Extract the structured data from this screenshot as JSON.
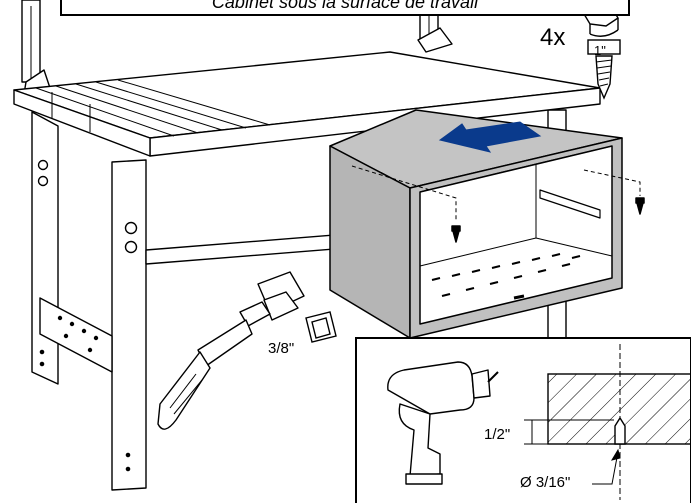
{
  "title": "Cabinet sous la surface de travail",
  "quantity_label": "4x",
  "screw_length_label": "1\"",
  "bit_size_label": "3/8\"",
  "hole_depth_label": "1/2\"",
  "hole_diameter_label": "Ø 3/16\"",
  "colors": {
    "line": "#000000",
    "cabinet_fill": "#b8b8b8",
    "cabinet_top": "#c4c4c4",
    "arrow": "#0a3a8c",
    "background": "#ffffff"
  }
}
